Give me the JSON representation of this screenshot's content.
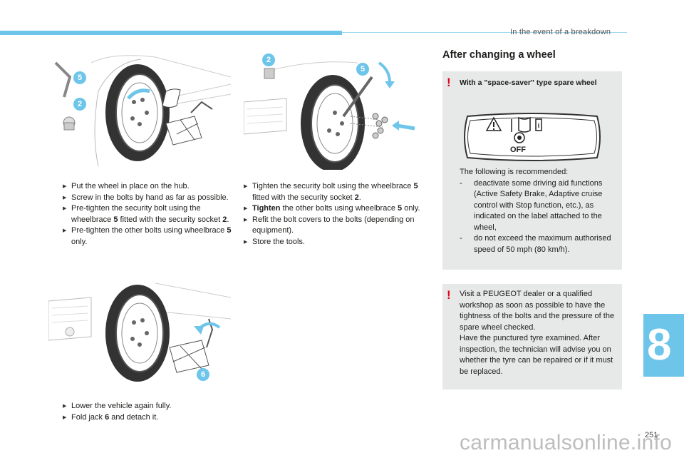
{
  "header": {
    "section_title": "In the event of a breakdown"
  },
  "chapter": {
    "number": "8"
  },
  "page": {
    "number": "251"
  },
  "watermark": {
    "text": "carmanualsonline.info"
  },
  "colors": {
    "accent": "#6dc5ea",
    "warning": "#e2001a",
    "note_bg": "#e7e8e8"
  },
  "figures": {
    "fig1_badges": [
      "5",
      "2"
    ],
    "fig2_badges": [
      "2",
      "5"
    ],
    "fig3_badges": [
      "6"
    ]
  },
  "steps_left_1": [
    "Put the wheel in place on the hub.",
    "Screw in the bolts by hand as far as possible."
  ],
  "step_left_pretighten_security": {
    "a": "Pre-tighten the security bolt using the wheelbrace ",
    "n1": "5",
    "b": " fitted with the security socket ",
    "n2": "2",
    "c": "."
  },
  "step_left_pretighten_other": {
    "a": "Pre-tighten the other bolts using wheelbrace ",
    "n1": "5",
    "b": " only."
  },
  "step_mid_tighten_security": {
    "a": "Tighten the security bolt using the wheelbrace ",
    "n1": "5",
    "b": " fitted with the security socket ",
    "n2": "2",
    "c": "."
  },
  "step_mid_tighten_other": {
    "bold": "Tighten",
    "a": " the other bolts using wheelbrace ",
    "n1": "5",
    "b": " only."
  },
  "steps_mid_rest": [
    "Refit the bolt covers to the bolts (depending on equipment).",
    "Store the tools."
  ],
  "step_lower": "Lower the vehicle again fully.",
  "step_fold": {
    "a": "Fold jack ",
    "n1": "6",
    "b": " and detach it."
  },
  "right": {
    "heading": "After changing a wheel",
    "box1": {
      "title": "With a \"space-saver\" type spare wheel",
      "label_off": "OFF",
      "intro": "The following is recommended:",
      "items": [
        "deactivate some driving aid functions (Active Safety Brake, Adaptive cruise control with Stop function, etc.), as indicated on the label attached to the wheel,",
        "do not exceed the maximum authorised speed of 50 mph (80 km/h)."
      ]
    },
    "box2": {
      "p1": "Visit a PEUGEOT dealer or a qualified workshop as soon as possible to have the tightness of the bolts and the pressure of the spare wheel checked.",
      "p2": "Have the punctured tyre examined. After inspection, the technician will advise you on whether the tyre can be repaired or if it must be replaced."
    },
    "warning_mark": "!"
  }
}
